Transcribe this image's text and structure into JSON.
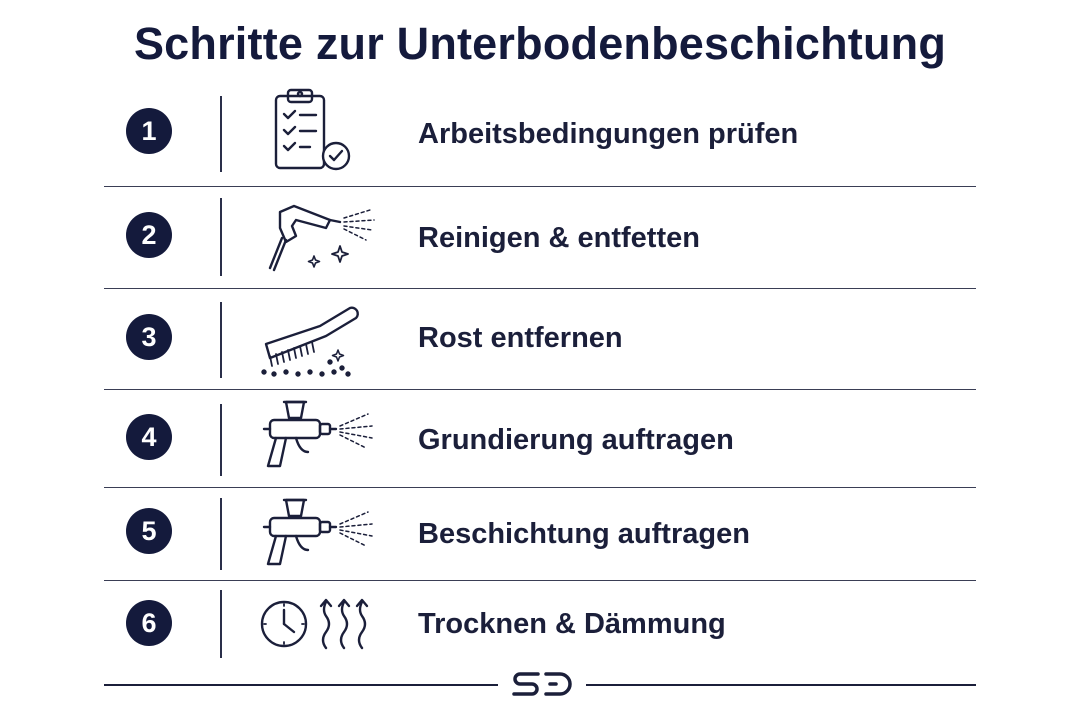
{
  "title": "Schritte zur Unterbodenbeschichtung",
  "steps": [
    {
      "number": "1",
      "label": "Arbeitsbedingungen prüfen",
      "icon": "clipboard-check-icon"
    },
    {
      "number": "2",
      "label": "Reinigen & entfetten",
      "icon": "pressure-washer-icon"
    },
    {
      "number": "3",
      "label": "Rost entfernen",
      "icon": "wire-brush-icon"
    },
    {
      "number": "4",
      "label": "Grundierung auftragen",
      "icon": "spray-gun-icon"
    },
    {
      "number": "5",
      "label": "Beschichtung auftragen",
      "icon": "spray-gun-icon"
    },
    {
      "number": "6",
      "label": "Trocknen & Dämmung",
      "icon": "clock-heat-icon"
    }
  ],
  "logo": "SD",
  "colors": {
    "primary": "#141a3c",
    "background": "#ffffff"
  }
}
